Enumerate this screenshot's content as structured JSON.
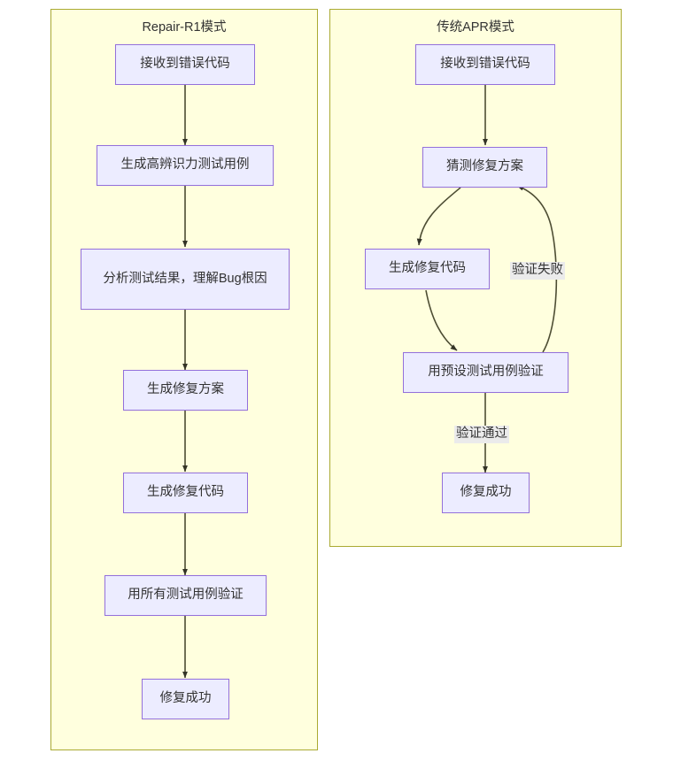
{
  "diagram": {
    "type": "flowchart",
    "title_left": "Repair-R1模式",
    "title_right": "传统APR模式",
    "colors": {
      "panel_fill": "#ffffde",
      "panel_border": "#aaaa33",
      "node_fill": "#ececff",
      "node_border": "#9370db",
      "edge_stroke": "#4d4d33",
      "text": "#333333",
      "edge_label_bg": "#ebebeb"
    }
  },
  "panels": [
    {
      "id": "repair-r1",
      "title": "Repair-R1模式",
      "nodes": [
        {
          "id": "r1",
          "label": "接收到错误代码"
        },
        {
          "id": "r2",
          "label": "生成高辨识力测试用例"
        },
        {
          "id": "r3",
          "label": "分析测试结果，理解Bug根因"
        },
        {
          "id": "r4",
          "label": "生成修复方案"
        },
        {
          "id": "r5",
          "label": "生成修复代码"
        },
        {
          "id": "r6",
          "label": "用所有测试用例验证"
        },
        {
          "id": "r7",
          "label": "修复成功"
        }
      ],
      "edges": [
        {
          "from": "r1",
          "to": "r2",
          "label": ""
        },
        {
          "from": "r2",
          "to": "r3",
          "label": ""
        },
        {
          "from": "r3",
          "to": "r4",
          "label": ""
        },
        {
          "from": "r4",
          "to": "r5",
          "label": ""
        },
        {
          "from": "r5",
          "to": "r6",
          "label": ""
        },
        {
          "from": "r6",
          "to": "r7",
          "label": ""
        }
      ]
    },
    {
      "id": "traditional-apr",
      "title": "传统APR模式",
      "nodes": [
        {
          "id": "a1",
          "label": "接收到错误代码"
        },
        {
          "id": "a2",
          "label": "猜测修复方案"
        },
        {
          "id": "a3",
          "label": "生成修复代码"
        },
        {
          "id": "a4",
          "label": "用预设测试用例验证"
        },
        {
          "id": "a5",
          "label": "修复成功"
        }
      ],
      "edges": [
        {
          "from": "a1",
          "to": "a2",
          "label": ""
        },
        {
          "from": "a2",
          "to": "a3",
          "label": ""
        },
        {
          "from": "a3",
          "to": "a4",
          "label": ""
        },
        {
          "from": "a4",
          "to": "a2",
          "label": "验证失败"
        },
        {
          "from": "a4",
          "to": "a5",
          "label": "验证通过"
        }
      ]
    }
  ],
  "edge_labels": {
    "verify_failed": "验证失败",
    "verify_passed": "验证通过"
  }
}
